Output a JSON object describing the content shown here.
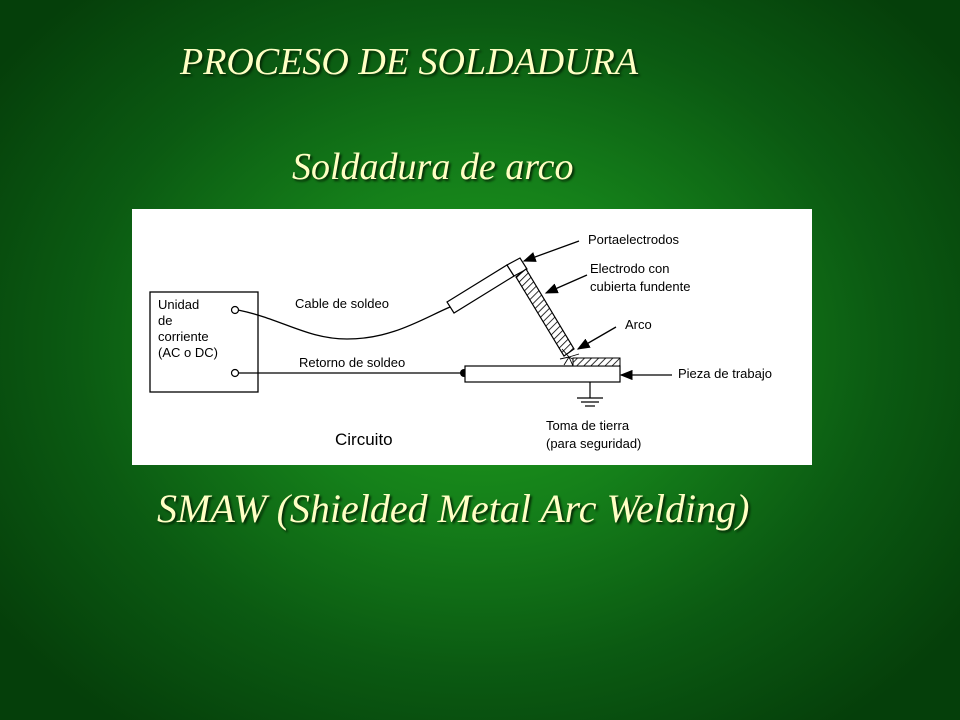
{
  "slide": {
    "title": "PROCESO DE SOLDADURA",
    "subtitle": "Soldadura de arco",
    "caption": "SMAW (Shielded Metal Arc Welding)"
  },
  "diagram": {
    "power_unit": [
      "Unidad",
      "de",
      "corriente",
      "(AC o DC)"
    ],
    "welding_cable": "Cable de soldeo",
    "return_cable": "Retorno de soldeo",
    "circuit": "Circuito",
    "electrode_holder": "Portaelectrodos",
    "electrode": [
      "Electrodo con",
      "cubierta fundente"
    ],
    "arc": "Arco",
    "workpiece": "Pieza de trabajo",
    "ground": [
      "Toma de tierra",
      "(para seguridad)"
    ]
  },
  "colors": {
    "title_text": "#ffffc4",
    "background": "#15801a",
    "diagram_background": "#ffffff"
  }
}
